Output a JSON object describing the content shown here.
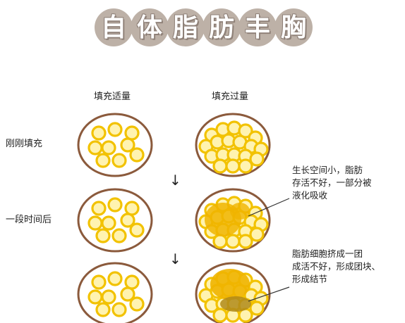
{
  "title": {
    "chars": [
      "自",
      "体",
      "脂",
      "肪",
      "丰",
      "胸"
    ]
  },
  "columns": {
    "left": "填充适量",
    "right": "填充过量"
  },
  "rows": [
    "刚刚填充",
    "一段时间后"
  ],
  "arrow_glyph": "↓",
  "notes": {
    "absorb": [
      "生长空间小，脂肪",
      "存活不好，一部分被",
      "液化吸收"
    ],
    "clump": [
      "脂肪细胞挤成一团",
      "成活不好，形成团块、",
      "形成结节"
    ]
  },
  "colors": {
    "title_circle": "#bdb1a7",
    "fat_fill": "#fff3b0",
    "fat_ring": "#f2c200",
    "dish_border": "#8b5a3c",
    "necrosis": "#f0b400",
    "nodule": "#b08a1a"
  }
}
